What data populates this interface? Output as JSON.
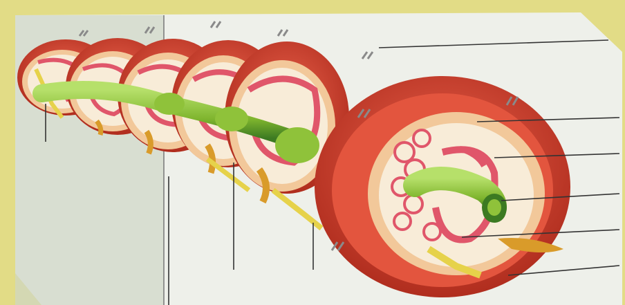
{
  "image": {
    "kind": "photo-of-screen",
    "subject": "earthworm-segments-cross-section",
    "frame_color": "#e2dc86",
    "screen_bg": "#eef0ea",
    "monitor_edge_color": "#c9ceb9"
  },
  "colors": {
    "body_wall": "#d9442e",
    "body_wall_dark": "#b02d1e",
    "muscle_layer": "#f2c89a",
    "septum": "#f6e2c4",
    "blood_vessel": "#e0566a",
    "intestine": "#8fc23a",
    "intestine_dark": "#3c7a22",
    "nerve": "#e6d24a",
    "nephridium": "#d99b2a",
    "setae": "#8a8a8a",
    "label_line": "#333333"
  },
  "label_lines": {
    "count": 10,
    "labels_visible": false
  }
}
